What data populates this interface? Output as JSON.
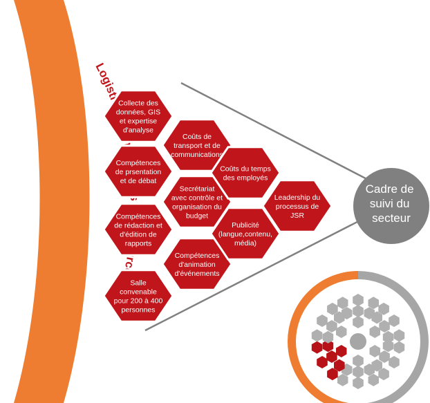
{
  "banner": {
    "title": "COMMENT EST ORGANISÉE LA JSR"
  },
  "subtitle": "Logistique, compétences et ressources",
  "hexagons": [
    {
      "lines": [
        "Collecte des",
        "données, GIS",
        "et expertise",
        "d'analyse"
      ]
    },
    {
      "lines": [
        "Compétences",
        "de prsentation",
        "et de débat"
      ]
    },
    {
      "lines": [
        "Compétences",
        "de rédaction et",
        "d'édition de",
        "rapports"
      ]
    },
    {
      "lines": [
        "Salle",
        "convenable",
        "pour 200 à 400",
        "personnes"
      ]
    },
    {
      "lines": [
        "Coûts de",
        "transport et de",
        "communications"
      ]
    },
    {
      "lines": [
        "Secrétariat",
        "avec contrôle et",
        "organisation du",
        "budget"
      ]
    },
    {
      "lines": [
        "Compétences",
        "d'animation",
        "d'événements"
      ]
    },
    {
      "lines": [
        "Coûts du temps",
        "des employés"
      ]
    },
    {
      "lines": [
        "Publicité",
        "(langue,contenu,",
        "média)"
      ]
    },
    {
      "lines": [
        "Leadership du",
        "processus de",
        "JSR"
      ]
    }
  ],
  "target": {
    "lines": [
      "Cadre de",
      "suivi du",
      "secteur"
    ]
  },
  "colors": {
    "orange": "#ee7d31",
    "red": "#c0151b",
    "dark_red": "#b71217",
    "gray": "#808080",
    "light_gray": "#b0b0b0",
    "white": "#ffffff"
  }
}
